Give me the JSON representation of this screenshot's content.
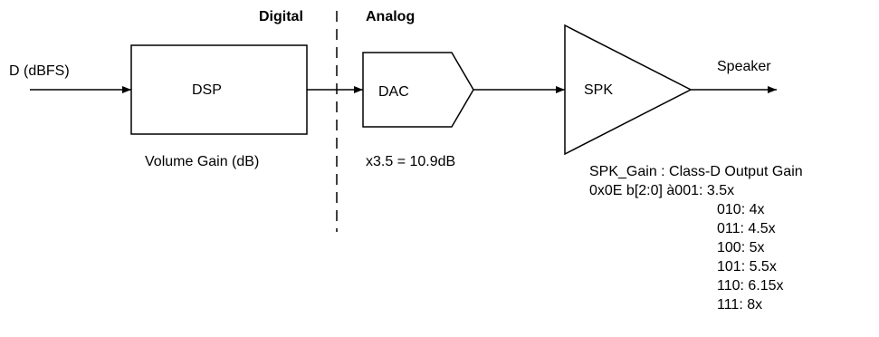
{
  "sections": {
    "digital": "Digital",
    "analog": "Analog"
  },
  "input": {
    "label": "D (dBFS)"
  },
  "dsp": {
    "label": "DSP",
    "caption": "Volume Gain (dB)"
  },
  "dac": {
    "label": "DAC",
    "caption": "x3.5 = 10.9dB"
  },
  "spk": {
    "label": "SPK"
  },
  "output": {
    "label": "Speaker"
  },
  "gain_note": {
    "title": "SPK_Gain : Class-D Output Gain",
    "register": "0x0E b[2:0] à001: 3.5x",
    "options": [
      "010: 4x",
      "011: 4.5x",
      "100: 5x",
      "101: 5.5x",
      "110: 6.15x",
      "111: 8x"
    ]
  },
  "colors": {
    "stroke": "#000000",
    "background": "#ffffff"
  }
}
